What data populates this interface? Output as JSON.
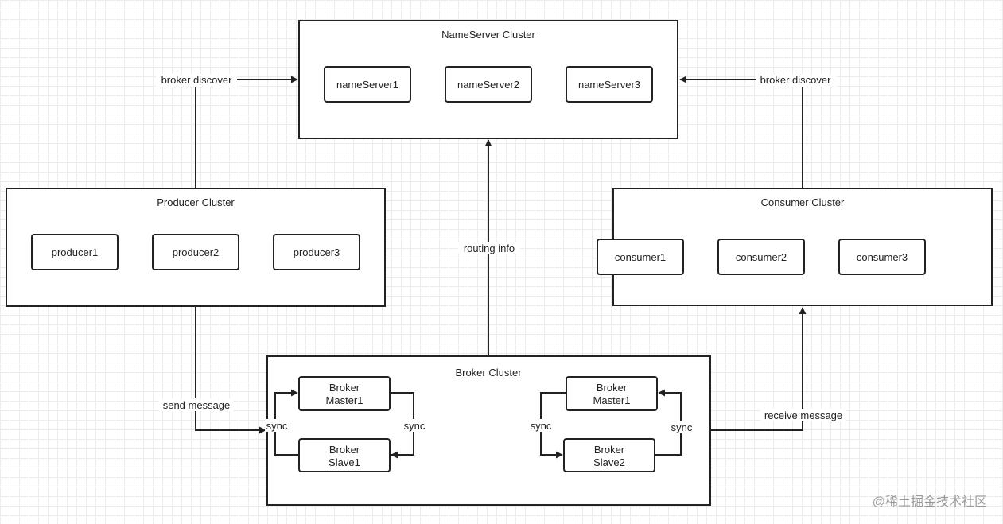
{
  "nameserver_cluster": {
    "title": "NameServer Cluster",
    "nodes": [
      "nameServer1",
      "nameServer2",
      "nameServer3"
    ]
  },
  "producer_cluster": {
    "title": "Producer Cluster",
    "nodes": [
      "producer1",
      "producer2",
      "producer3"
    ]
  },
  "consumer_cluster": {
    "title": "Consumer Cluster",
    "nodes": [
      "consumer1",
      "consumer2",
      "consumer3"
    ]
  },
  "broker_cluster": {
    "title": "Broker Cluster",
    "left_master": [
      "Broker",
      "Master1"
    ],
    "left_slave": [
      "Broker",
      "Slave1"
    ],
    "right_master": [
      "Broker",
      "Master1"
    ],
    "right_slave": [
      "Broker",
      "Slave2"
    ]
  },
  "edges": {
    "producer_discover": "broker discover",
    "consumer_discover": "broker discover",
    "routing": "routing info",
    "send": "send message",
    "receive": "receive message",
    "sync": "sync"
  },
  "watermark": "@稀土掘金技术社区"
}
